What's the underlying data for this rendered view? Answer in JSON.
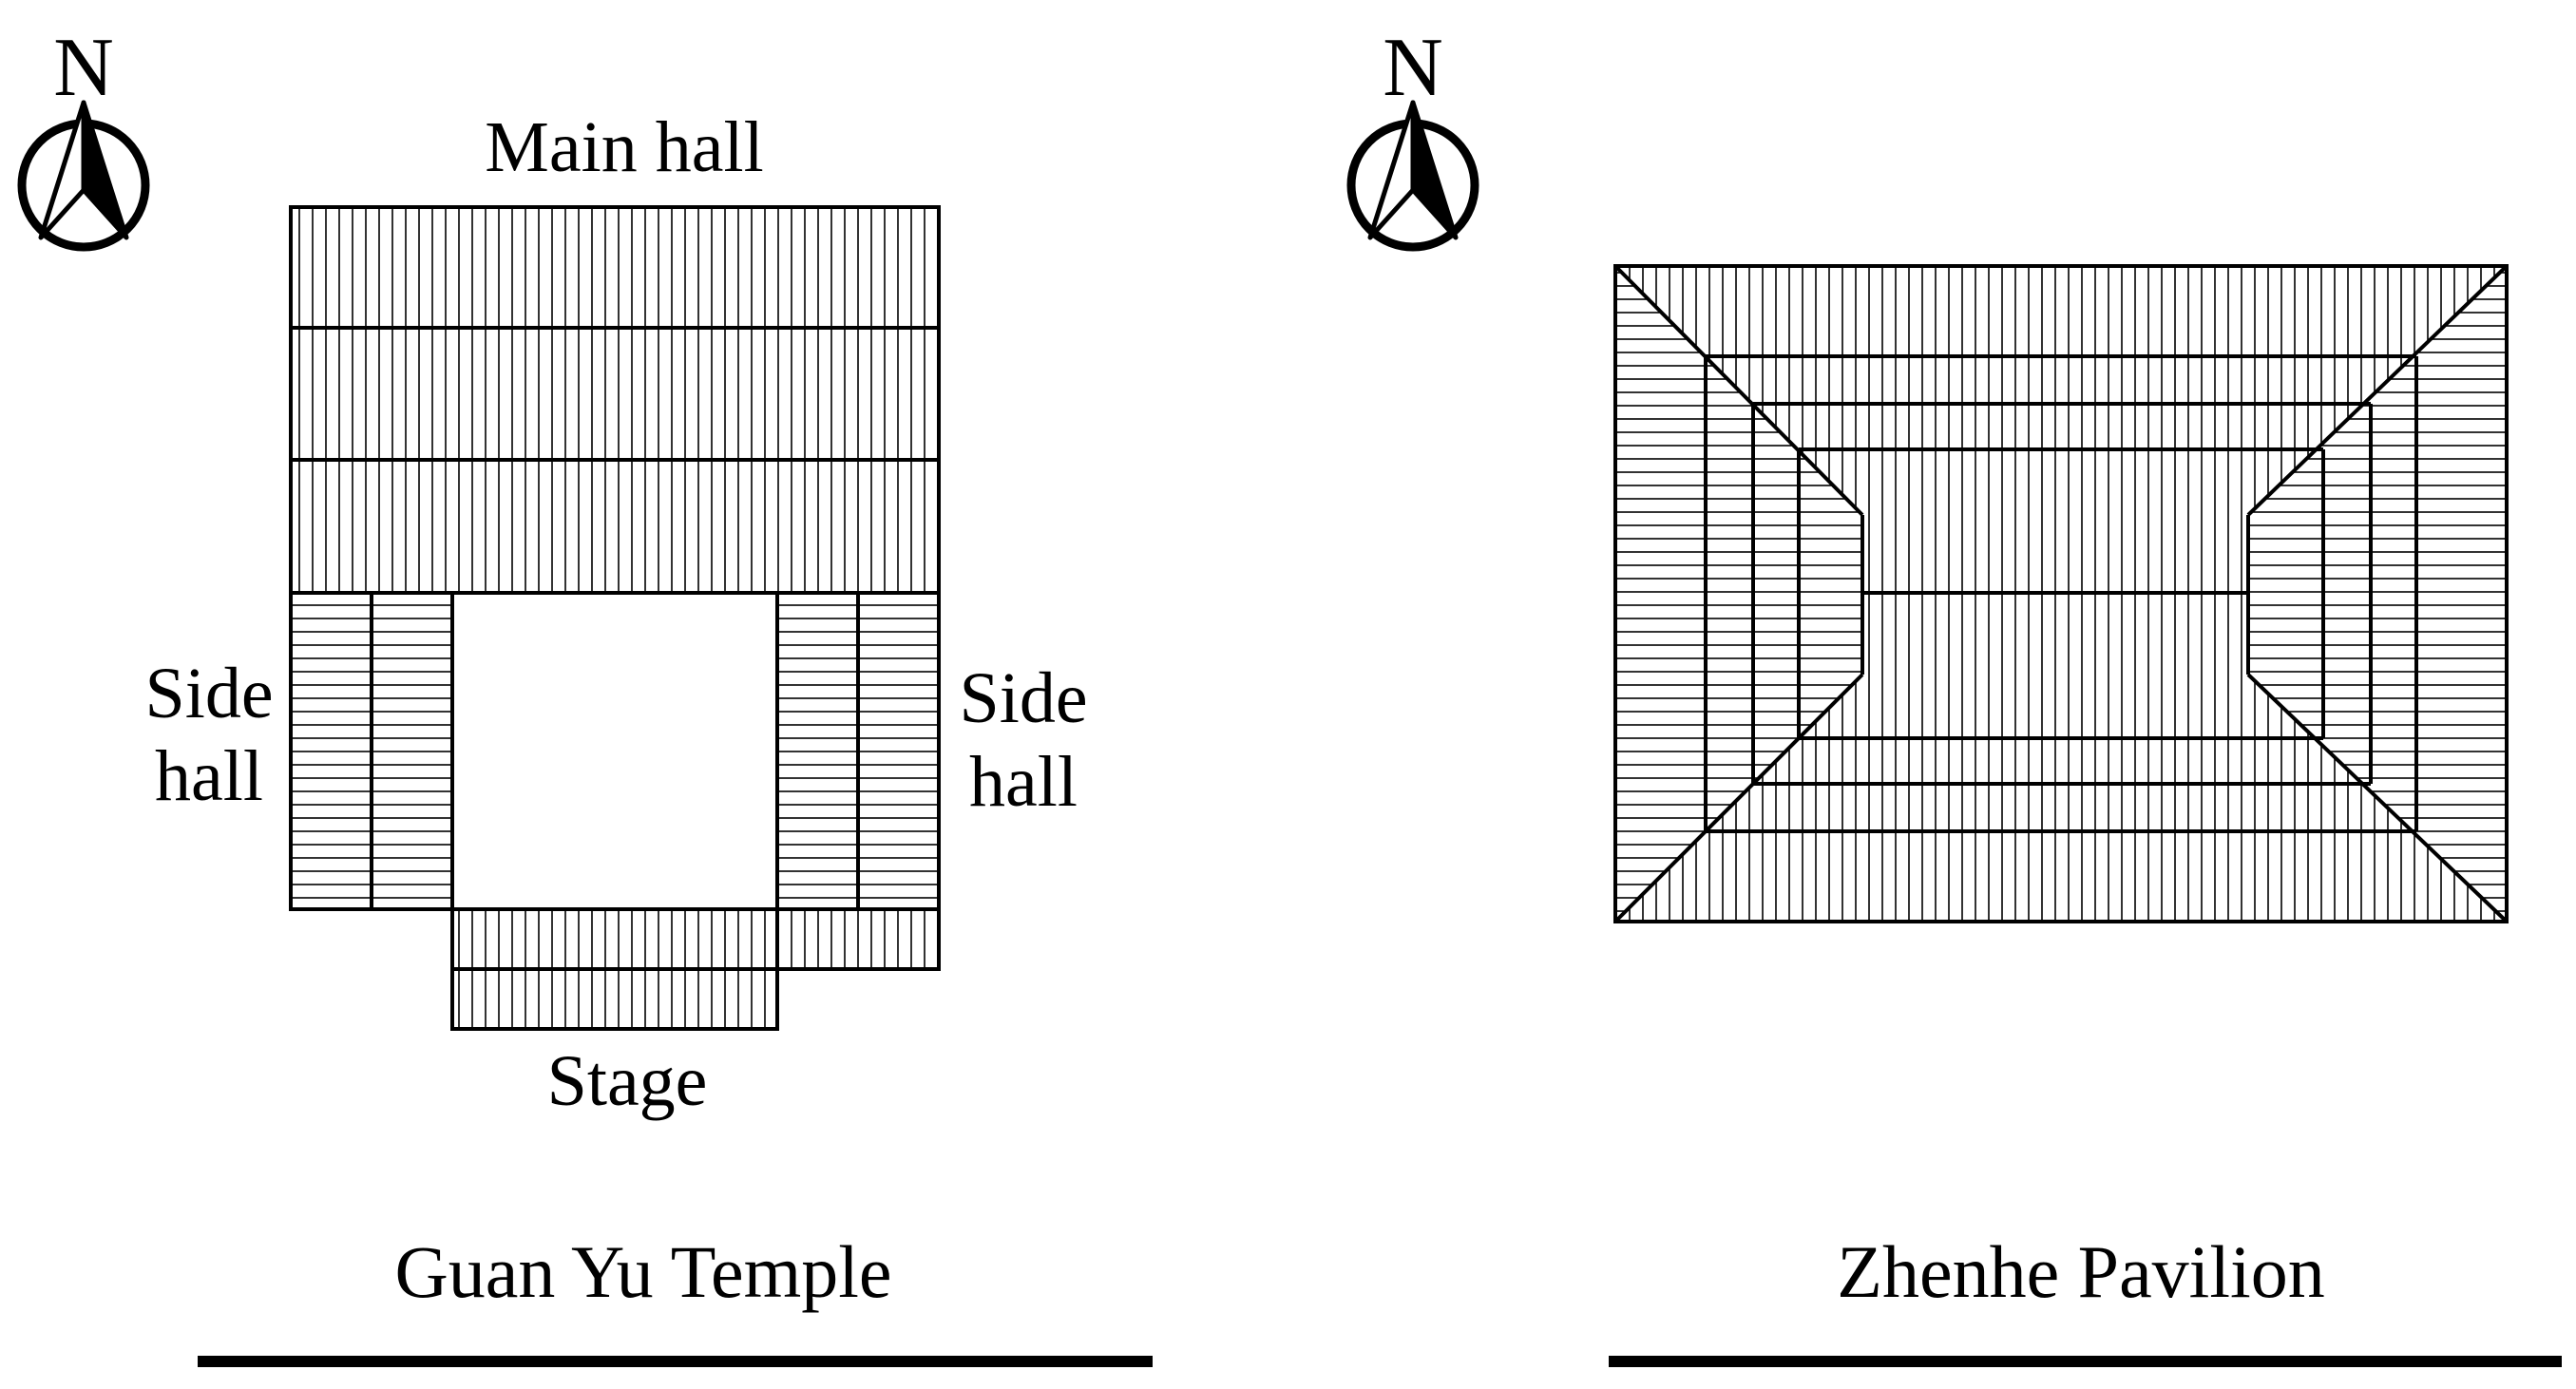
{
  "left_panel": {
    "compass_letter": "N",
    "labels": {
      "main_hall": "Main hall",
      "side_hall_left": [
        "Side",
        "hall"
      ],
      "side_hall_right": [
        "Side",
        "hall"
      ],
      "stage": "Stage"
    },
    "caption": "Guan Yu Temple"
  },
  "right_panel": {
    "compass_letter": "N",
    "caption": "Zhenhe Pavilion"
  },
  "colors": {
    "ink": "#000000",
    "background": "#ffffff"
  }
}
